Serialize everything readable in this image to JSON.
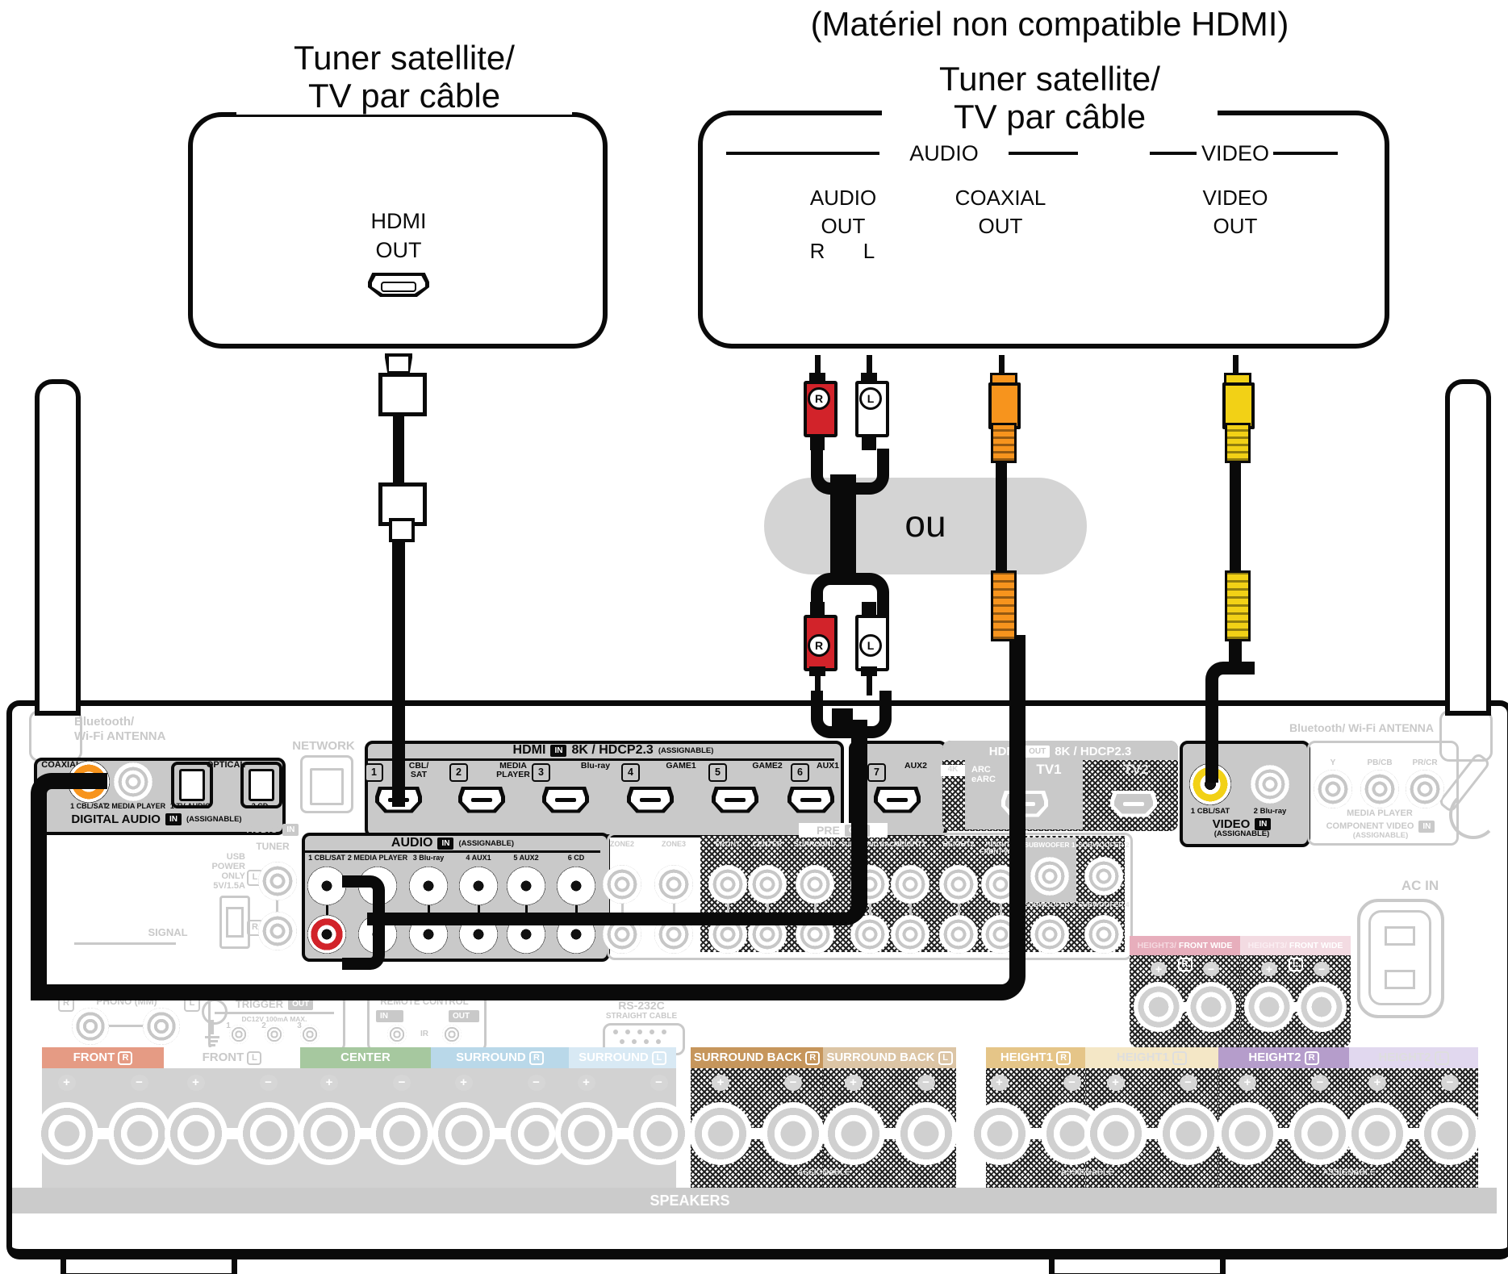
{
  "colors": {
    "black": "#0a0a0a",
    "panel_gray": "#c9c9c9",
    "ghost_gray": "#c9c9c9",
    "speaker_gray": "#d2d2d2",
    "rca_red": "#d2232a",
    "rca_white": "#ffffff",
    "rca_orange": "#f7941d",
    "rca_yellow": "#f2d116",
    "pill_gray": "#d4d4d4"
  },
  "or_label": "ou",
  "hdmi_device": {
    "title": [
      "Tuner satellite/",
      "TV par câble"
    ],
    "port": [
      "HDMI",
      "OUT"
    ]
  },
  "analog_device": {
    "note": "(Matériel non compatible HDMI)",
    "title": [
      "Tuner satellite/",
      "TV par câble"
    ],
    "audio_group": "AUDIO",
    "video_group": "VIDEO",
    "audio_out": [
      "AUDIO",
      "OUT"
    ],
    "r": "R",
    "l": "L",
    "coaxial_out": [
      "COAXIAL",
      "OUT"
    ],
    "video_out": [
      "VIDEO",
      "OUT"
    ]
  },
  "plugs": {
    "r": "R",
    "l": "L"
  },
  "receiver": {
    "bt_left": [
      "Bluetooth/",
      "Wi-Fi ANTENNA"
    ],
    "bt_right": "Bluetooth/ Wi-Fi ANTENNA",
    "digital_audio": {
      "coaxial": "COAXIAL",
      "optical": "OPTICAL",
      "jack_labels": [
        "1 CBL/SAT",
        "2 MEDIA PLAYER",
        "1 TV AUDIO",
        "2 CD"
      ],
      "footer": "DIGITAL AUDIO",
      "chip": "IN",
      "assignable": "(ASSIGNABLE)"
    },
    "network": "NETWORK",
    "hdmi_in": {
      "title": "HDMI",
      "chip": "IN",
      "spec": "8K / HDCP2.3",
      "assignable": "(ASSIGNABLE)",
      "ports": [
        {
          "num": "1",
          "label": "CBL/\nSAT"
        },
        {
          "num": "2",
          "label": "MEDIA\nPLAYER"
        },
        {
          "num": "3",
          "label": "Blu-ray"
        },
        {
          "num": "4",
          "label": "GAME1"
        },
        {
          "num": "5",
          "label": "GAME2"
        },
        {
          "num": "6",
          "label": "AUX1"
        },
        {
          "num": "7",
          "label": "AUX2"
        }
      ]
    },
    "hdmi_out": {
      "title": "HDMI",
      "chip": "OUT",
      "spec": "8K / HDCP2.3",
      "k4": "4K",
      "arc": [
        "ARC",
        "eARC"
      ],
      "tv1": "TV1",
      "tv2": "TV2"
    },
    "video_in": {
      "jack_labels": [
        "1 CBL/SAT",
        "2 Blu-ray"
      ],
      "footer": "VIDEO",
      "chip": "IN",
      "assignable": "(ASSIGNABLE)"
    },
    "component": {
      "jack_labels": [
        "Y",
        "PB/CB",
        "PR/CR"
      ],
      "media_player": "MEDIA PLAYER",
      "footer": "COMPONENT VIDEO",
      "chip": "IN",
      "assignable": "(ASSIGNABLE)"
    },
    "usb": [
      "USB",
      "POWER",
      "ONLY",
      "5V/1.5A"
    ],
    "signal": "SIGNAL",
    "tuner_ghost": {
      "header": "AUDIO",
      "chip": "IN",
      "label": "TUNER",
      "l": "L",
      "r": "R"
    },
    "audio_in": {
      "title": "AUDIO",
      "chip": "IN",
      "assignable": "(ASSIGNABLE)",
      "columns": [
        "1 CBL/SAT",
        "2 MEDIA PLAYER",
        "3 Blu-ray",
        "4 AUX1",
        "5 AUX2",
        "6 CD"
      ]
    },
    "pre_out": {
      "title": "PRE",
      "chip": "OUT",
      "columns": [
        "ZONE2",
        "ZONE3",
        "FRONT",
        "CENTER",
        "SURROUND",
        "SURROUND BACK",
        "HEIGHT1",
        "HEIGHT2",
        "HEIGHT3/|FRONT WIDE"
      ],
      "sub": [
        "SUBWOOFER 1",
        "SUBWOOFER 2",
        "SUBWOOFER 3",
        "SUBWOOFER 4"
      ]
    },
    "ac_in": "AC IN",
    "phono": {
      "r": "R",
      "label": "PHONO (MM)",
      "l": "L"
    },
    "trigger": {
      "title": "TRIGGER",
      "chip": "OUT",
      "sub": "DC12V 100mA MAX.",
      "nums": [
        "1",
        "2",
        "3"
      ]
    },
    "remote": {
      "title": "REMOTE CONTROL",
      "chip_in": "IN",
      "ir": "IR",
      "chip_out": "OUT"
    },
    "rs232": {
      "title": "RS-232C",
      "sub": "STRAIGHT CABLE"
    },
    "assignable": "ASSIGNABLE",
    "speakers_bar": "SPEAKERS",
    "speaker_blocks": [
      {
        "label": "FRONT",
        "ch": "R",
        "color": "#e59b84",
        "text": "#ffffff",
        "hatch": false
      },
      {
        "label": "FRONT",
        "ch": "L",
        "color": "#ffffff",
        "text": "#c9c9c9",
        "hatch": false
      },
      {
        "label": "CENTER",
        "ch": "",
        "color": "#a6c89f",
        "text": "#ffffff",
        "hatch": false
      },
      {
        "label": "SURROUND",
        "ch": "R",
        "color": "#b9d8e9",
        "text": "#ffffff",
        "hatch": false
      },
      {
        "label": "SURROUND",
        "ch": "L",
        "color": "#d8e9f4",
        "text": "#ffffff",
        "hatch": false
      },
      {
        "label": "SURROUND BACK",
        "ch": "R",
        "color": "#c6965c",
        "text": "#ffffff",
        "hatch": true
      },
      {
        "label": "SURROUND BACK",
        "ch": "L",
        "color": "#dcc5a5",
        "text": "#ffffff",
        "hatch": true
      },
      {
        "label": "HEIGHT1",
        "ch": "R",
        "color": "#e5c588",
        "text": "#ffffff",
        "hatch": true
      },
      {
        "label": "HEIGHT1",
        "ch": "L",
        "color": "#f4e7c6",
        "text": "#dedede",
        "hatch": true
      },
      {
        "label": "HEIGHT2",
        "ch": "R",
        "color": "#b59dcb",
        "text": "#ffffff",
        "hatch": true
      },
      {
        "label": "HEIGHT2",
        "ch": "L",
        "color": "#e1d8ef",
        "text": "#dedede",
        "hatch": true
      }
    ],
    "height3_blocks": [
      {
        "label": "HEIGHT3/",
        "label2": "FRONT WIDE",
        "ch": "R",
        "color": "#e7aebc",
        "ghost": "#f5d9e0"
      },
      {
        "label": "HEIGHT3/",
        "label2": "FRONT WIDE",
        "ch": "L",
        "color": "#f3dbe2",
        "ghost": "#fbeef2"
      }
    ]
  }
}
